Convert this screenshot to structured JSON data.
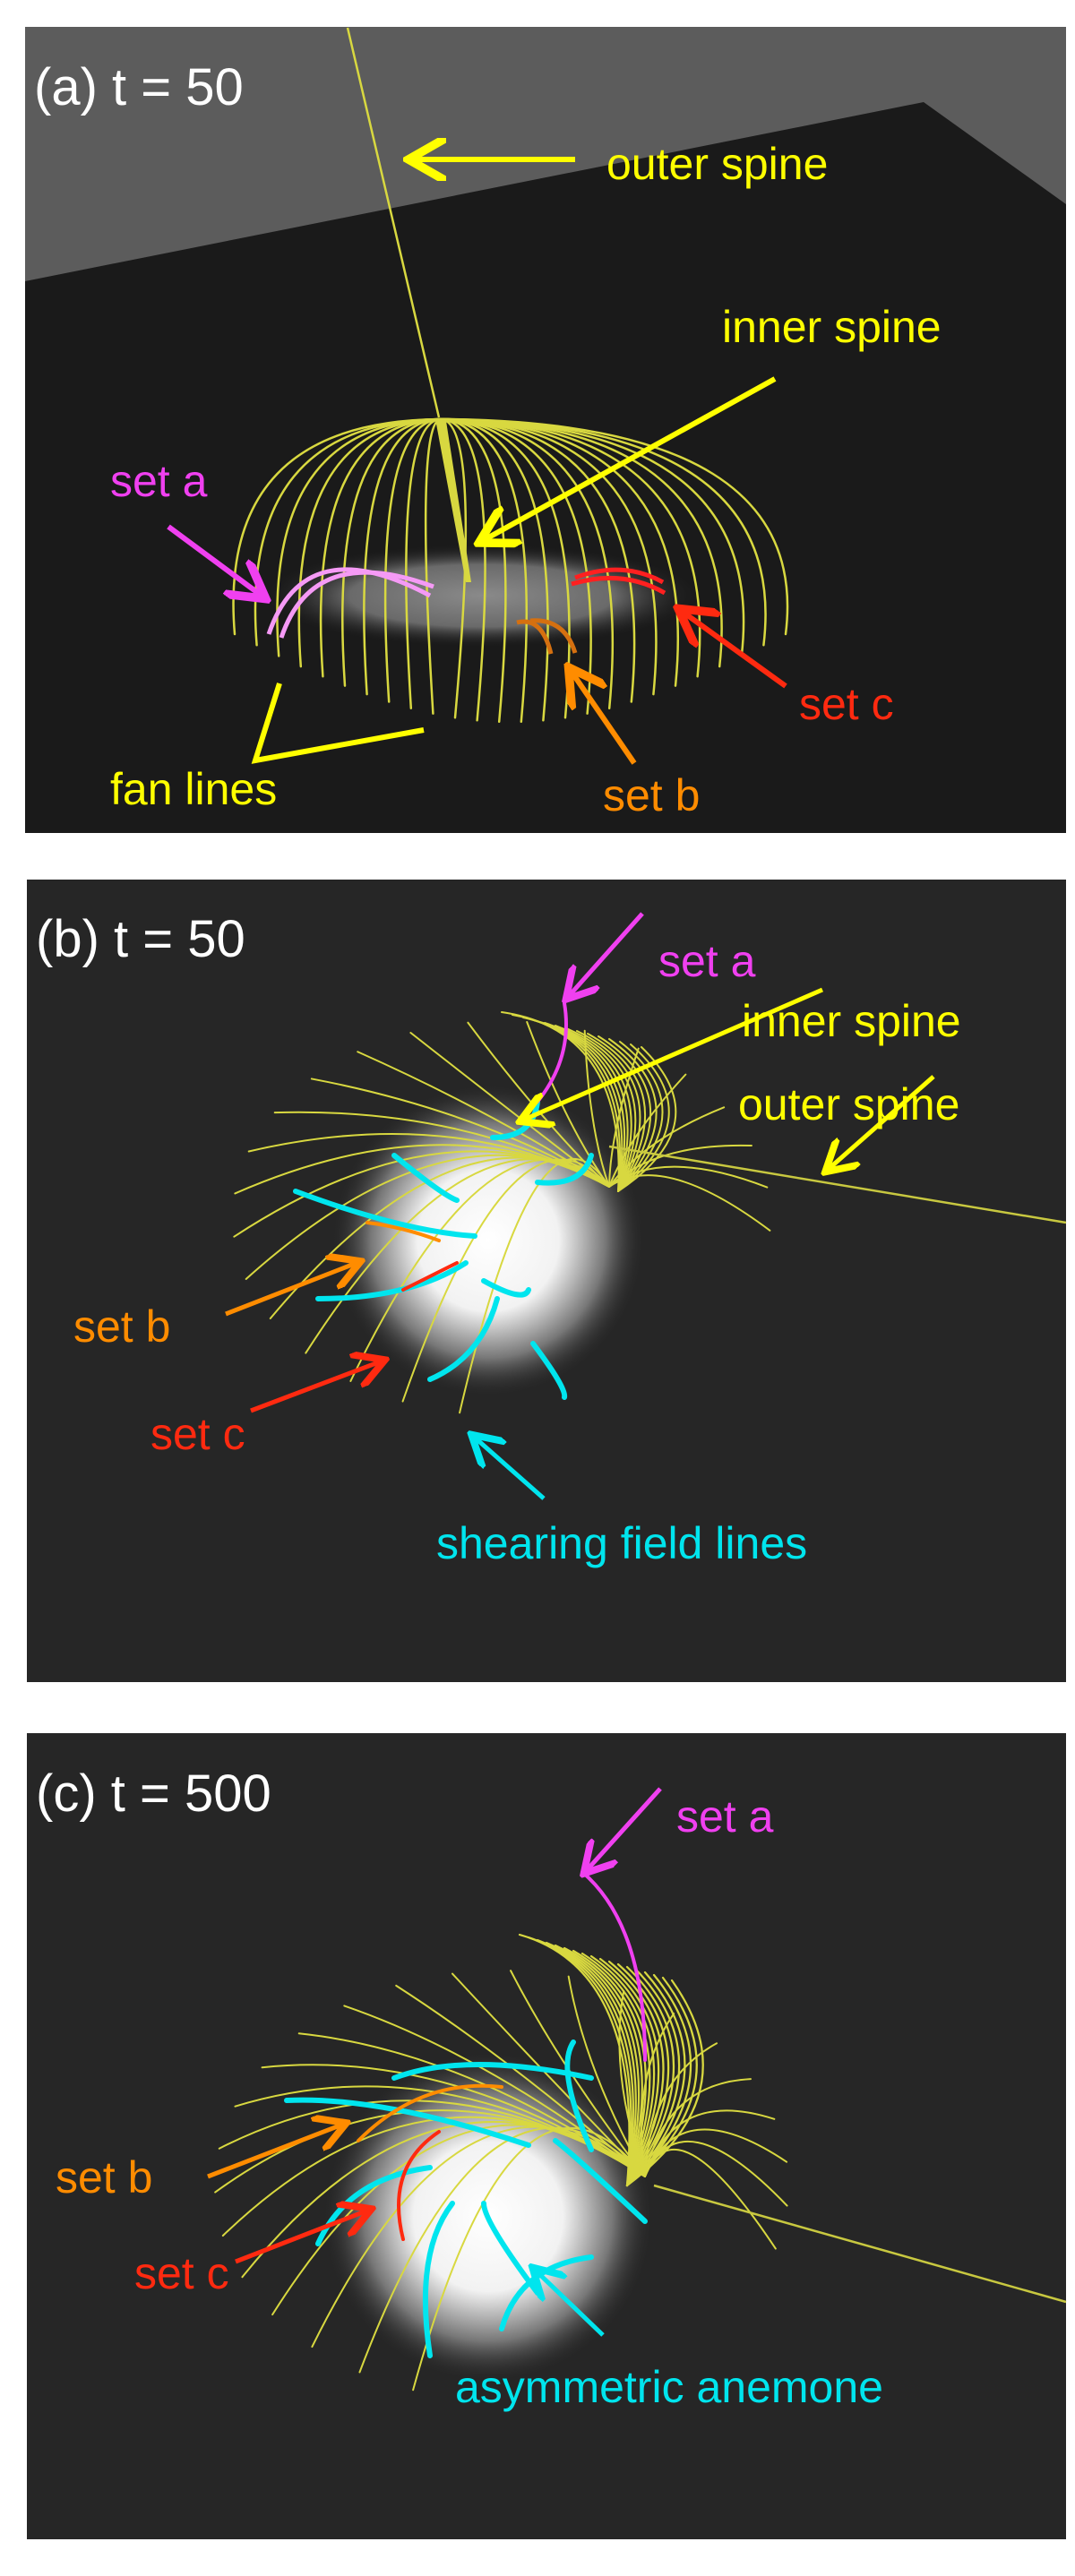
{
  "panels": [
    {
      "label": "(a)  t = 50",
      "annotations": {
        "outer_spine": "outer spine",
        "inner_spine": "inner spine",
        "set_a": "set a",
        "set_b": "set b",
        "set_c": "set c",
        "fan_lines": "fan lines"
      }
    },
    {
      "label": "(b)  t = 50",
      "annotations": {
        "set_a": "set a",
        "inner_spine": "inner spine",
        "outer_spine": "outer spine",
        "set_b": "set b",
        "set_c": "set c",
        "shearing": "shearing field lines"
      }
    },
    {
      "label": "(c) t = 500",
      "annotations": {
        "set_a": "set a",
        "set_b": "set b",
        "set_c": "set c",
        "anemone": "asymmetric anemone"
      }
    }
  ],
  "colors": {
    "spine": "#ffff00",
    "set_a": "#f040f0",
    "set_b": "#ff8c00",
    "set_c": "#ff2a10",
    "shearing": "#00e5ee",
    "fan": "#d8d840"
  }
}
